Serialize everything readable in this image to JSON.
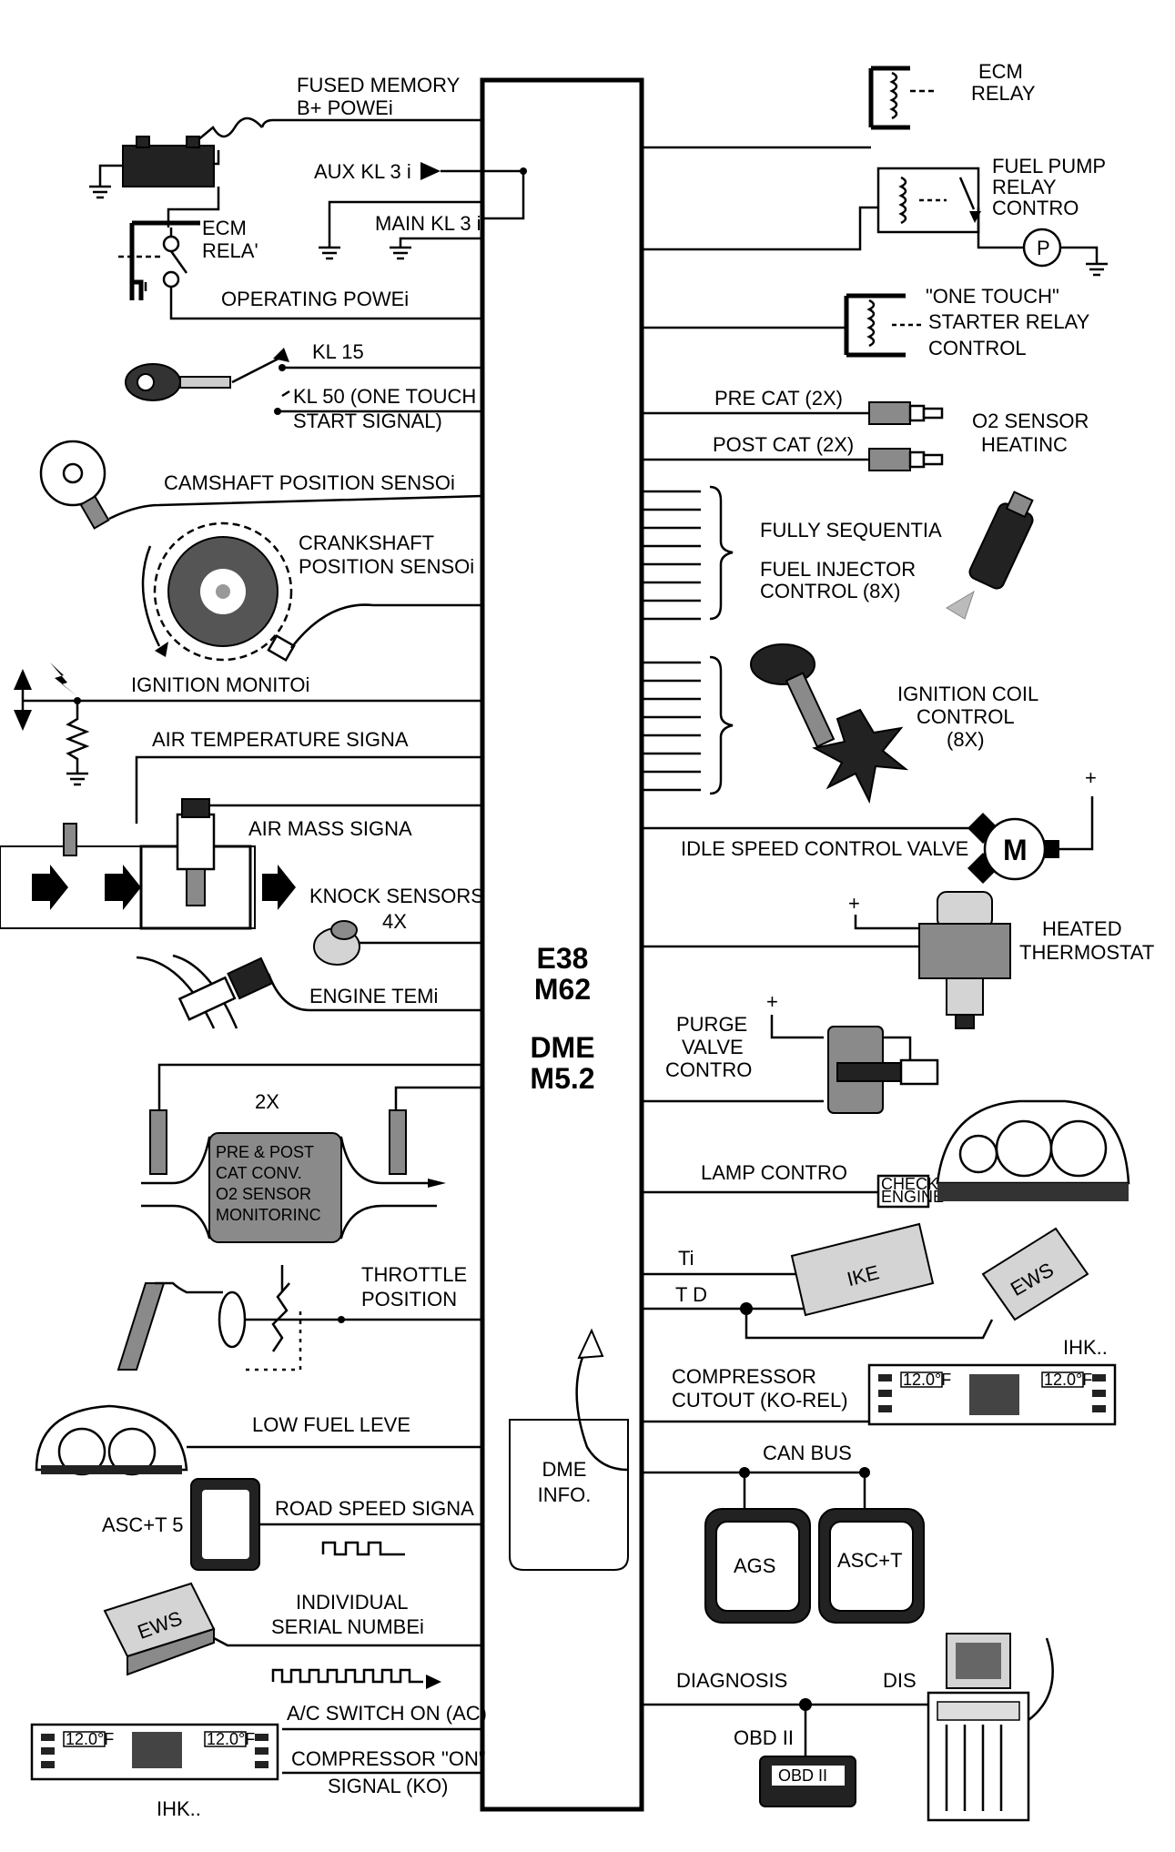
{
  "ecu": {
    "line1": "E38",
    "line2": "M62",
    "line3": "DME",
    "line4": "M5.2",
    "info_line1": "DME",
    "info_line2": "INFO."
  },
  "left": {
    "fused_memory_1": "FUSED MEMORY",
    "fused_memory_2": "B+ POWEi",
    "aux_kl": "AUX KL 3 i",
    "main_kl": "MAIN KL 3 i",
    "ecm_relay_1": "ECM",
    "ecm_relay_2": "RELA'",
    "operating_power": "OPERATING POWEi",
    "kl15": "KL 15",
    "kl50_1": "KL 50 (ONE TOUCH",
    "kl50_2": "START SIGNAL)",
    "camshaft": "CAMSHAFT POSITION SENSOi",
    "crank_1": "CRANKSHAFT",
    "crank_2": "POSITION SENSOi",
    "ignition_monitor": "IGNITION MONITOi",
    "air_temp": "AIR TEMPERATURE SIGNA",
    "air_mass": "AIR MASS SIGNA",
    "knock_1": "KNOCK  SENSORS",
    "knock_2": "4X",
    "engine_temp": "ENGINE TEMi",
    "o2_count": "2X",
    "o2_box_1": "PRE & POST",
    "o2_box_2": "CAT CONV.",
    "o2_box_3": "O2 SENSOR",
    "o2_box_4": "MONITORINC",
    "throttle_1": "THROTTLE",
    "throttle_2": "POSITION",
    "low_fuel": "LOW FUEL LEVE",
    "asc_t5": "ASC+T 5",
    "road_speed": "ROAD SPEED SIGNA",
    "serial_1": "INDIVIDUAL",
    "serial_2": "SERIAL NUMBEi",
    "ews_tag": "EWS",
    "ac_switch": "A/C SWITCH ON (AC)",
    "comp_on_1": "COMPRESSOR \"ON\"",
    "comp_on_2": "SIGNAL (KO)",
    "ihk_left": "IHK.."
  },
  "right": {
    "ecm_1": "ECM",
    "ecm_2": "RELAY",
    "fuel_pump_1": "FUEL PUMP",
    "fuel_pump_2": "RELAY",
    "fuel_pump_3": "CONTRO",
    "pump_symbol": "P",
    "starter_1": "\"ONE TOUCH\"",
    "starter_2": "STARTER RELAY",
    "starter_3": "CONTROL",
    "pre_cat": "PRE CAT (2X)",
    "post_cat": "POST CAT (2X)",
    "o2_heat_1": "O2 SENSOR",
    "o2_heat_2": "HEATINC",
    "injector_1": "FULLY SEQUENTIA",
    "injector_2": "FUEL INJECTOR",
    "injector_3": "CONTROL (8X)",
    "coil_1": "IGNITION COIL",
    "coil_2": "CONTROL",
    "coil_3": "(8X)",
    "idle": "IDLE SPEED CONTROL VALVE",
    "motor_symbol": "M",
    "plus": "+",
    "thermo_1": "HEATED",
    "thermo_2": "THERMOSTAT",
    "purge_1": "PURGE",
    "purge_2": "VALVE",
    "purge_3": "CONTRO",
    "lamp": "LAMP CONTRO",
    "check_1": "CHECK",
    "check_2": "ENGINE",
    "ti": "Ti",
    "td": "T D",
    "ike": "IKE",
    "ews": "EWS",
    "ihk_right": "IHK..",
    "compressor_1": "COMPRESSOR",
    "compressor_2": "CUTOUT (KO-REL)",
    "ihk_display": "12.0°F",
    "can_bus": "CAN BUS",
    "ags": "AGS",
    "asct": "ASC+T",
    "diagnosis": "DIAGNOSIS",
    "dis": "DIS",
    "obd": "OBD II",
    "obd_screen": "OBD II"
  }
}
